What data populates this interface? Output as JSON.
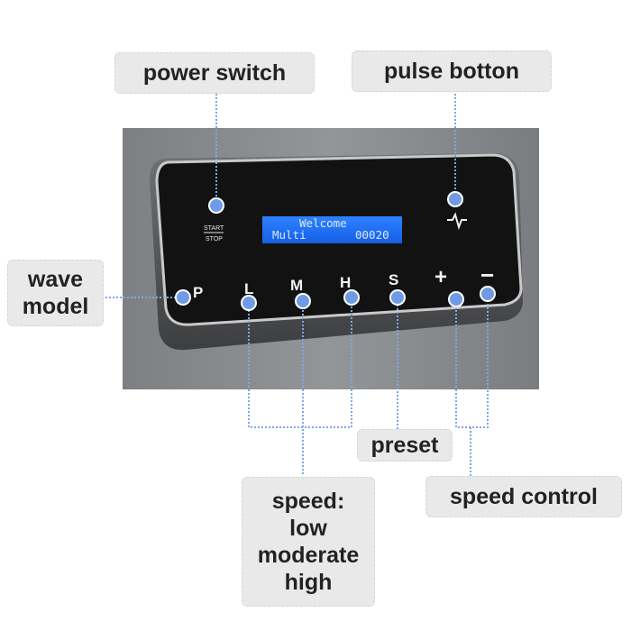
{
  "labels": {
    "power_switch": "power switch",
    "pulse_button": "pulse botton",
    "wave_model": [
      "wave",
      "model"
    ],
    "preset": "preset",
    "speed": [
      "speed:",
      "low",
      "moderate",
      "high"
    ],
    "speed_control": "speed control"
  },
  "panel": {
    "start_label": "START",
    "stop_label": "STOP",
    "display": {
      "line1": "Welcome",
      "line2_left": "Multi",
      "line2_right": "00020"
    },
    "keys": [
      "P",
      "L",
      "M",
      "H",
      "S",
      "+",
      "−"
    ]
  },
  "colors": {
    "leader_line": "#7fa6e8",
    "dot": "#6f9be6",
    "lcd": "#1f6fff",
    "housing": "#8a8d90",
    "panel": "#111111"
  }
}
